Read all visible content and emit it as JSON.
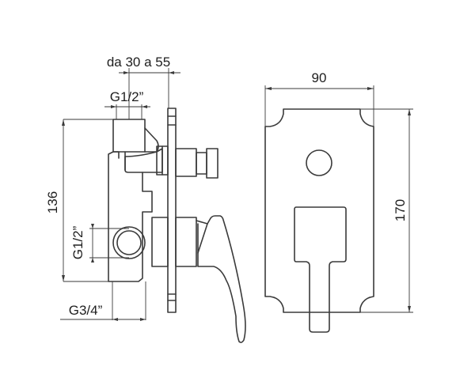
{
  "drawing": {
    "colors": {
      "line": "#3a3a3a",
      "text": "#1e1e1e",
      "background": "#ffffff"
    },
    "side_view": {
      "dimensions": {
        "wall_depth": "da 30 a 55",
        "top_connection": "G1/2”",
        "height": "136",
        "side_connection": "G1/2”",
        "bottom_connection": "G3/4”"
      }
    },
    "front_view": {
      "dimensions": {
        "width": "90",
        "height": "170"
      }
    }
  }
}
